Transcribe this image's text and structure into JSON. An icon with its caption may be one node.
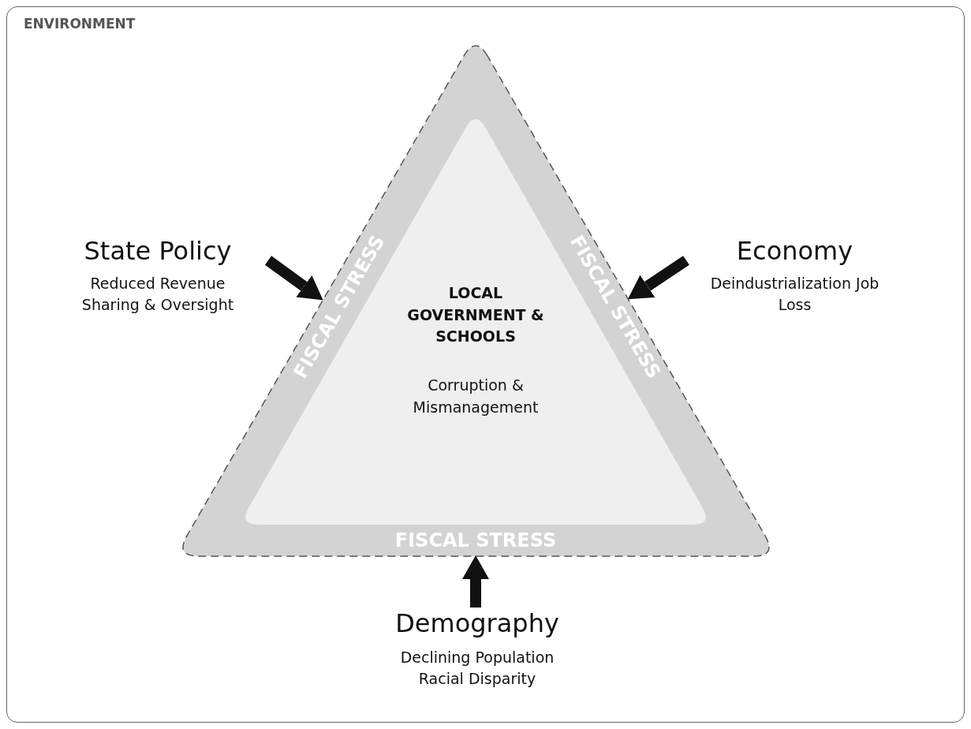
{
  "diagram": {
    "nodes": [
      {
        "text": [
          "ENVIRONMENT"
        ]
      },
      {
        "text": [
          "FISCAL STRESS",
          "FISCAL STRESS",
          "FISCAL STRESS"
        ],
        "in": 0
      },
      {
        "text": [
          "LOCAL GOVERNMENT & SCHOOLS",
          "Corruption & Mismanagement"
        ],
        "in": 1
      },
      {
        "text": [
          "State Policy",
          "Reduced Revenue Sharing & Oversight"
        ],
        "in": 0
      },
      {
        "text": [
          "Economy",
          "Deindustrialization Job Loss"
        ],
        "in": 0
      },
      {
        "text": [
          "Demography",
          "Declining Population Racial Disparity"
        ],
        "in": 0
      }
    ],
    "edges": [
      {
        "from": 3,
        "to": 1,
        "arrow": "to"
      },
      {
        "from": 4,
        "to": 1,
        "arrow": "to"
      },
      {
        "from": 5,
        "to": 1,
        "arrow": "to"
      }
    ]
  }
}
